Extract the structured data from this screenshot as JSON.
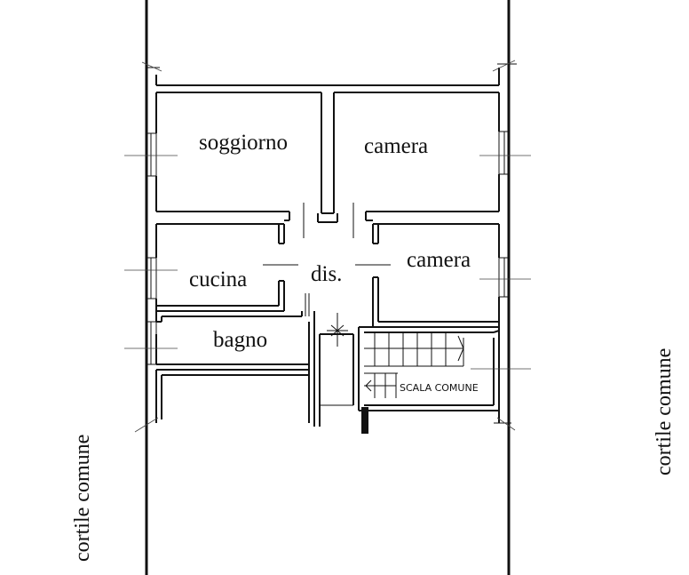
{
  "rooms": {
    "soggiorno": "soggiorno",
    "camera_top": "camera",
    "camera_mid": "camera",
    "cucina": "cucina",
    "disimpegno": "dis.",
    "bagno": "bagno"
  },
  "stair": {
    "label": "SCALA COMUNE"
  },
  "courtyard": {
    "left": "cortile comune",
    "right": "cortile comune"
  },
  "colors": {
    "line": "#111111",
    "background": "#ffffff"
  }
}
